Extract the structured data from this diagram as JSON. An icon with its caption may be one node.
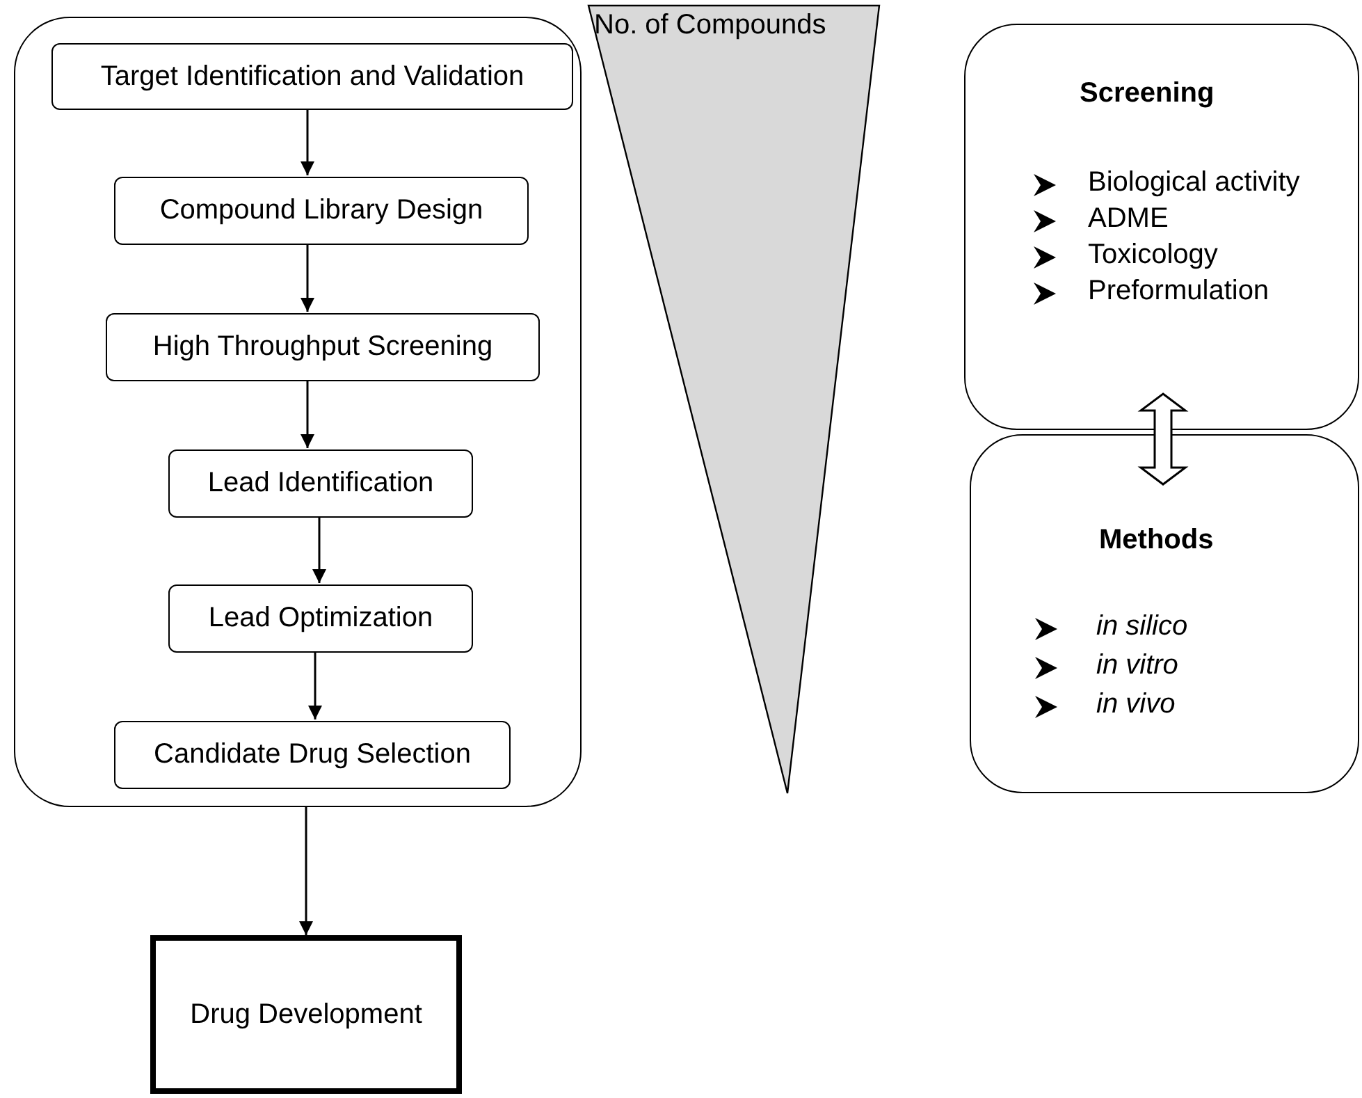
{
  "diagram": {
    "nodes": [
      {
        "text": [],
        "shape": "box"
      },
      {
        "text": [
          "Target Identification and Validation"
        ],
        "in": 0
      },
      {
        "text": [
          "Compound Library Design"
        ],
        "in": 0
      },
      {
        "text": [
          "High Throughput Screening"
        ],
        "in": 0
      },
      {
        "text": [
          "Lead Identification"
        ],
        "in": 0
      },
      {
        "text": [
          "Lead Optimization"
        ],
        "in": 0
      },
      {
        "text": [
          "Candidate Drug Selection"
        ],
        "in": 0
      },
      {
        "text": [
          "Drug Development"
        ]
      },
      {
        "text": [
          "No. of Compounds"
        ]
      },
      {
        "text": [
          "Screening",
          "Biological activity",
          "ADME",
          "Toxicology",
          "Preformulation"
        ]
      },
      {
        "text": [
          "Methods",
          "in silico",
          "in vitro",
          "in vivo"
        ]
      }
    ],
    "edges": [
      {
        "from": 1,
        "to": 2,
        "arrow": "to"
      },
      {
        "from": 2,
        "to": 3,
        "arrow": "to"
      },
      {
        "from": 3,
        "to": 4,
        "arrow": "to"
      },
      {
        "from": 4,
        "to": 5,
        "arrow": "to"
      },
      {
        "from": 5,
        "to": 6,
        "arrow": "to"
      },
      {
        "from": 0,
        "to": 7,
        "arrow": "to"
      },
      {
        "from": 9,
        "to": 10,
        "arrow": "both",
        "style": "thick"
      }
    ]
  }
}
